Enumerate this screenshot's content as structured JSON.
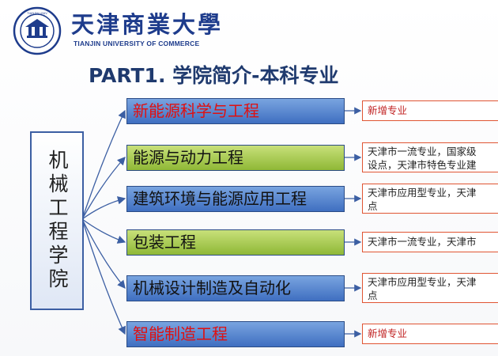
{
  "logo": {
    "name_cn": "天津商業大學",
    "name_en": "TIANJIN UNIVERSITY OF COMMERCE"
  },
  "title": "PART1. 学院简介-本科专业",
  "root_label": "机械工程学院",
  "majors": [
    {
      "name": "新能源科学与工程",
      "note": [
        "新增专业"
      ],
      "color": "#e01010"
    },
    {
      "name": "能源与动力工程",
      "note": [
        "天津市一流专业，国家级",
        "设点，天津市特色专业建"
      ]
    },
    {
      "name": "建筑环境与能源应用工程",
      "note": [
        "天津市应用型专业，天津",
        "点"
      ]
    },
    {
      "name": "包装工程",
      "note": [
        "天津市一流专业，天津市"
      ]
    },
    {
      "name": "机械设计制造及自动化",
      "note": [
        "天津市应用型专业，天津",
        "点"
      ]
    },
    {
      "name": "智能制造工程",
      "note": [
        "新增专业"
      ],
      "color": "#e01010"
    }
  ],
  "colors": {
    "accent_blue": "#3f6fc1",
    "accent_green": "#8fb836",
    "highlight_red": "#e01010",
    "note_border": "#e05533"
  }
}
